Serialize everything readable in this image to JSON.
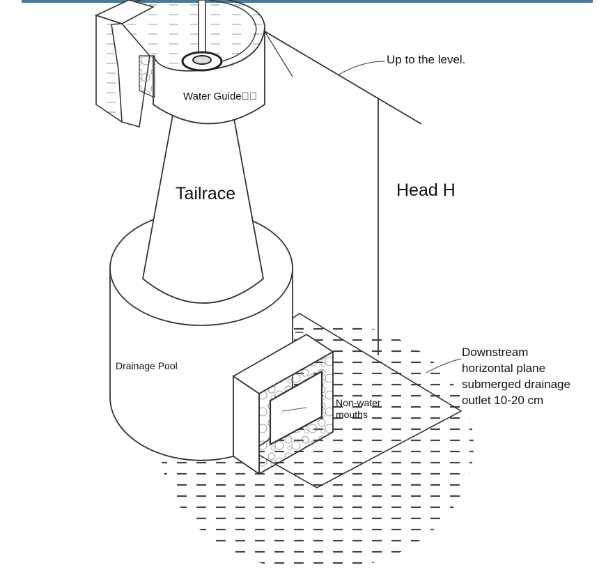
{
  "labels": {
    "up_to_level": "Up to the level.",
    "water_guide": "Water Guide\u0000\u0000",
    "tailrace": "Tailrace",
    "head_h": "Head H",
    "drainage_pool": "Drainage Pool",
    "non_water_mouths": "Non-water mouths",
    "downstream_note": "Downstream horizontal plane submerged drainage outlet 10-20 cm"
  },
  "colors": {
    "top_bar": "#4a7a96",
    "line": "#333333",
    "water_dash": "#444444"
  }
}
